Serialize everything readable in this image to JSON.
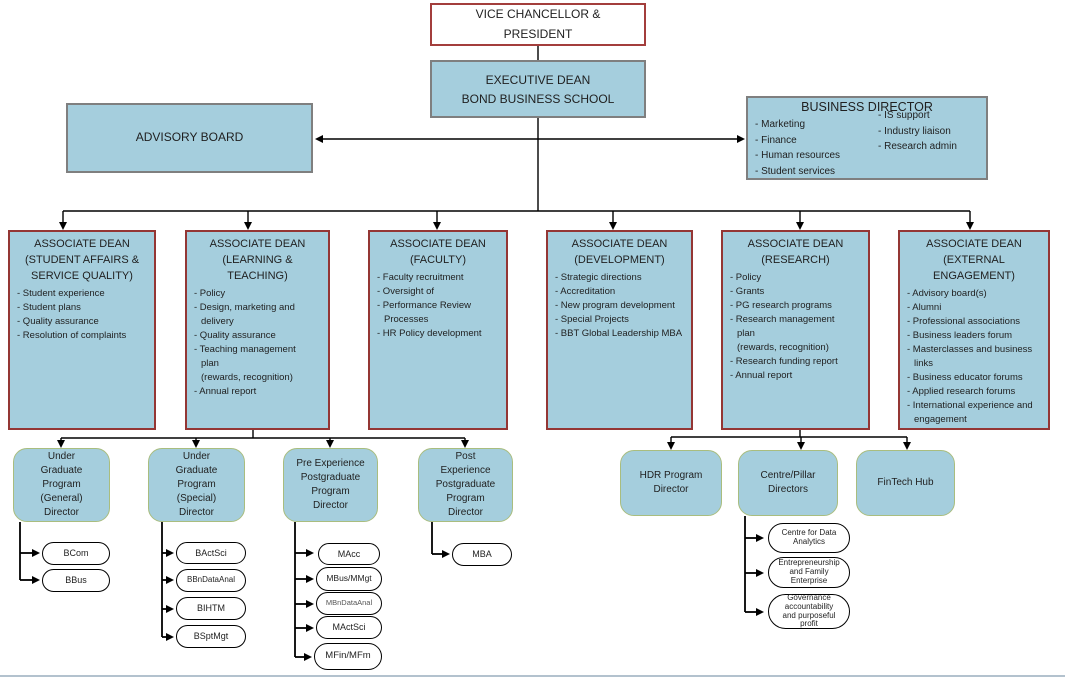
{
  "nodes": {
    "vice_chancellor": "VICE CHANCELLOR & PRESIDENT",
    "executive_dean": {
      "line1": "EXECUTIVE DEAN",
      "line2": "BOND BUSINESS SCHOOL"
    },
    "advisory_board": "ADVISORY BOARD",
    "business_director": {
      "title": "BUSINESS DIRECTOR",
      "left_items": [
        "- Marketing",
        "- Finance",
        "- Human resources",
        "- Student services"
      ],
      "right_items": [
        "- IS support",
        "- Industry liaison",
        "- Research admin"
      ]
    }
  },
  "associate_deans": [
    {
      "title": "ASSOCIATE DEAN",
      "subtitle": "(STUDENT AFFAIRS & SERVICE QUALITY)",
      "items": [
        "- Student experience",
        "- Student plans",
        "- Quality assurance",
        "- Resolution of complaints"
      ]
    },
    {
      "title": "ASSOCIATE DEAN",
      "subtitle": "(LEARNING & TEACHING)",
      "items": [
        "- Policy",
        "- Design, marketing and\ndelivery",
        "- Quality assurance",
        "- Teaching management\nplan\n(rewards, recognition)",
        "- Annual report"
      ]
    },
    {
      "title": "ASSOCIATE DEAN",
      "subtitle": "(FACULTY)",
      "items": [
        "- Faculty recruitment",
        "- Oversight of",
        "- Performance Review\nProcesses",
        "- HR Policy development"
      ]
    },
    {
      "title": "ASSOCIATE DEAN",
      "subtitle": "(DEVELOPMENT)",
      "items": [
        "- Strategic directions",
        "- Accreditation",
        "- New program development",
        "- Special Projects",
        "- BBT Global Leadership MBA"
      ]
    },
    {
      "title": "ASSOCIATE DEAN",
      "subtitle": "(RESEARCH)",
      "items": [
        "- Policy",
        "- Grants",
        "- PG research programs",
        "- Research management\nplan\n(rewards, recognition)",
        "- Research funding report",
        "- Annual report"
      ]
    },
    {
      "title": "ASSOCIATE DEAN",
      "subtitle": "(EXTERNAL ENGAGEMENT)",
      "items": [
        "- Advisory board(s)",
        "- Alumni",
        "- Professional associations",
        "- Business leaders forum",
        "- Masterclasses and business\nlinks",
        "- Business educator forums",
        "- Applied research forums",
        "- International experience and\nengagement"
      ]
    }
  ],
  "program_directors": [
    "Under Graduate Program (General) Director",
    "Under Graduate Program (Special) Director",
    "Pre Experience Postgraduate Program Director",
    "Post Experience Postgraduate Program Director",
    "HDR Program Director",
    "Centre/Pillar Directors",
    "FinTech Hub"
  ],
  "programs": {
    "general": [
      "BCom",
      "BBus"
    ],
    "special": [
      "BActSci",
      "BBnDataAnal",
      "BIHTM",
      "BSptMgt"
    ],
    "pre_experience": [
      "MAcc",
      "MBus/MMgt",
      "MBnDataAnal",
      "MActSci",
      "MFin/MFm"
    ],
    "post_experience": [
      "MBA"
    ],
    "centres": [
      "Centre for Data Analytics",
      "Entrepreneurship and Family Enterprise",
      "Governance accountability and purposeful profit"
    ]
  },
  "colors": {
    "node_fill": "#a5cedd",
    "dean_border": "#943634",
    "vc_border": "#a33e3c",
    "gray_border": "#7f7f7f",
    "rounded_border": "#a9bd7f",
    "line": "#000000"
  }
}
